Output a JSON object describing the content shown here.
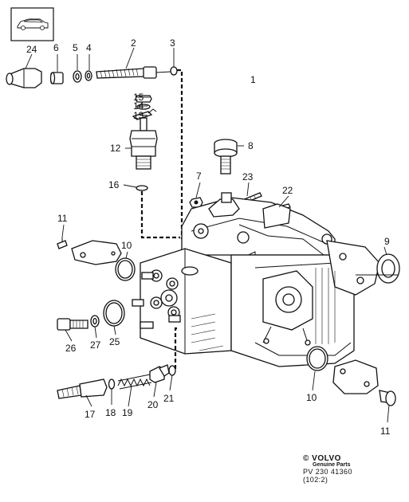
{
  "callouts": [
    {
      "id": "c1",
      "label": "1"
    },
    {
      "id": "c2",
      "label": "2"
    },
    {
      "id": "c3",
      "label": "3"
    },
    {
      "id": "c4",
      "label": "4"
    },
    {
      "id": "c5",
      "label": "5"
    },
    {
      "id": "c6",
      "label": "6"
    },
    {
      "id": "c7",
      "label": "7"
    },
    {
      "id": "c8",
      "label": "8"
    },
    {
      "id": "c9",
      "label": "9"
    },
    {
      "id": "c10a",
      "label": "10"
    },
    {
      "id": "c10b",
      "label": "10"
    },
    {
      "id": "c11a",
      "label": "11"
    },
    {
      "id": "c11b",
      "label": "11"
    },
    {
      "id": "c12",
      "label": "12"
    },
    {
      "id": "c13",
      "label": "13"
    },
    {
      "id": "c14",
      "label": "14"
    },
    {
      "id": "c15",
      "label": "15"
    },
    {
      "id": "c16",
      "label": "16"
    },
    {
      "id": "c17",
      "label": "17"
    },
    {
      "id": "c18",
      "label": "18"
    },
    {
      "id": "c19",
      "label": "19"
    },
    {
      "id": "c20",
      "label": "20"
    },
    {
      "id": "c21",
      "label": "21"
    },
    {
      "id": "c22",
      "label": "22"
    },
    {
      "id": "c23",
      "label": "23"
    },
    {
      "id": "c24",
      "label": "24"
    },
    {
      "id": "c25",
      "label": "25"
    },
    {
      "id": "c26",
      "label": "26"
    },
    {
      "id": "c27",
      "label": "27"
    }
  ],
  "footer": {
    "copyright_symbol": "©",
    "brand": "VOLVO",
    "tagline": "Genuine Parts",
    "code": "PV 230 41360",
    "date": "(102:2)"
  }
}
